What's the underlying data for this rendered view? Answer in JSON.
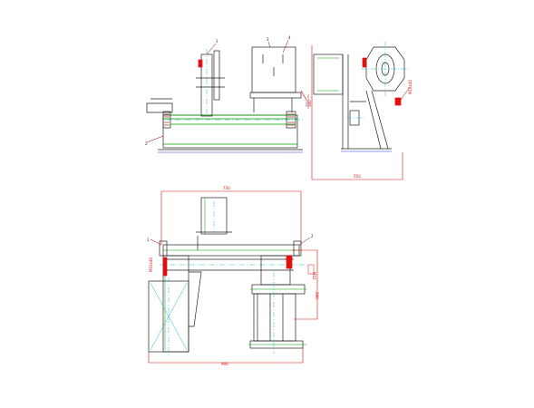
{
  "palette": {
    "black": "#222222",
    "green": "#00a000",
    "blue": "#1a33cc",
    "red": "#e01010",
    "cyan": "#22bbcc",
    "darkred": "#990000"
  },
  "callouts": {
    "front_1": "1",
    "front_2": "2",
    "front_3": "3",
    "front_4": "4",
    "plan_1": "1",
    "plan_2": "2"
  },
  "dimensions": {
    "front_height": "380",
    "side_width": "550",
    "side_note": "M10x40",
    "plan_top": "730",
    "plan_bottom": "990",
    "plan_right": "200",
    "plan_right2": "M10",
    "plan_left": "M10x40"
  }
}
